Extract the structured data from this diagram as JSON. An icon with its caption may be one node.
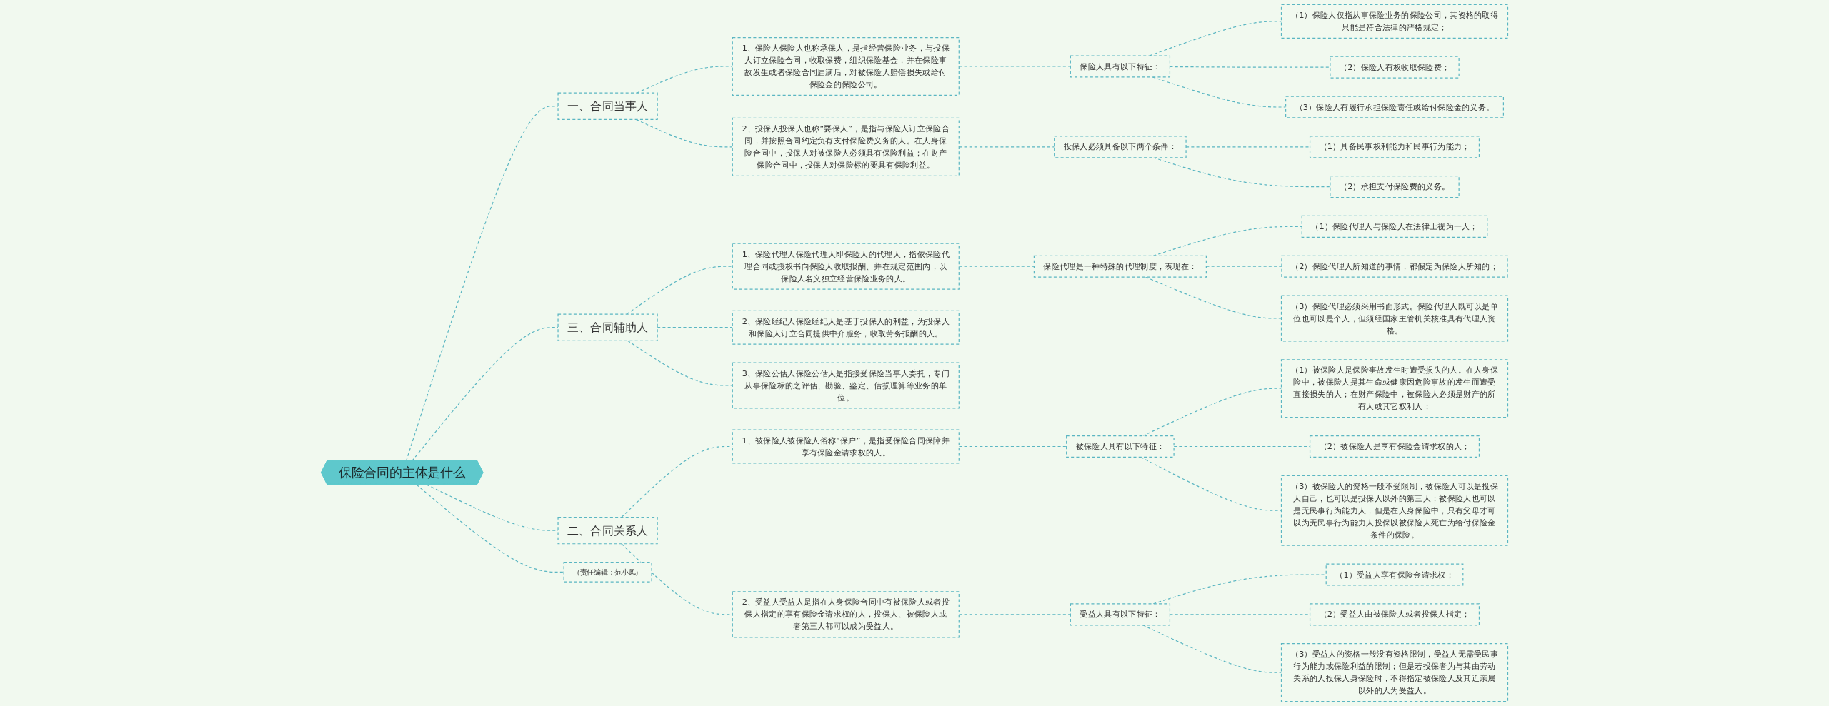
{
  "diagram": {
    "nodes": [
      {
        "text": [
          "保险合同的主体是什么"
        ]
      },
      {
        "text": [
          "一、合同当事人"
        ]
      },
      {
        "text": [
          "1、保险人保险人也称承保人，是指经营保险业务，与投保人订立保险合同，收取保费，组织保险基金，并在保险事故发生或者保险合同届满后，对被保险人赔偿损失或给付保险金的保险公司。"
        ]
      },
      {
        "text": [
          "保险人具有以下特征："
        ]
      },
      {
        "text": [
          "（1）保险人仅指从事保险业务的保险公司，其资格的取得只能是符合法律的严格规定；"
        ]
      },
      {
        "text": [
          "（2）保险人有权收取保险费；"
        ]
      },
      {
        "text": [
          "（3）保险人有履行承担保险责任或给付保险金的义务。"
        ]
      },
      {
        "text": [
          "2、投保人投保人也称“要保人”，是指与保险人订立保险合同，并按照合同约定负有支付保险费义务的人。在人身保险合同中，投保人对被保险人必须具有保险利益；在财产保险合同中，投保人对保险标的要具有保险利益。"
        ]
      },
      {
        "text": [
          "投保人必须具备以下两个条件："
        ]
      },
      {
        "text": [
          "（1）具备民事权利能力和民事行为能力；"
        ]
      },
      {
        "text": [
          "（2）承担支付保险费的义务。"
        ]
      },
      {
        "text": [
          "三、合同辅助人"
        ]
      },
      {
        "text": [
          "1、保险代理人保险代理人即保险人的代理人，指依保险代理合同或授权书向保险人收取报酬、并在规定范围内，以保险人名义独立经营保险业务的人。"
        ]
      },
      {
        "text": [
          "保险代理是一种特殊的代理制度，表现在："
        ]
      },
      {
        "text": [
          "（1）保险代理人与保险人在法律上视为一人；"
        ]
      },
      {
        "text": [
          "（2）保险代理人所知道的事情，都假定为保险人所知的；"
        ]
      },
      {
        "text": [
          "（3）保险代理必须采用书面形式。保险代理人既可以是单位也可以是个人，但须经国家主管机关核准具有代理人资格。"
        ]
      },
      {
        "text": [
          "2、保险经纪人保险经纪人是基于投保人的利益，为投保人和保险人订立合同提供中介服务，收取劳务报酬的人。"
        ]
      },
      {
        "text": [
          "3、保险公估人保险公估人是指接受保险当事人委托，专门从事保险标的之评估、勘验、鉴定、估损理算等业务的单位。"
        ]
      },
      {
        "text": [
          "二、合同关系人"
        ]
      },
      {
        "text": [
          "1、被保险人被保险人俗称“保户”，是指受保险合同保障并享有保险金请求权的人。"
        ]
      },
      {
        "text": [
          "被保险人具有以下特征："
        ]
      },
      {
        "text": [
          "（1）被保险人是保险事故发生时遭受损失的人。在人身保险中，被保险人是其生命或健康因危险事故的发生而遭受直接损失的人；在财产保险中，被保险人必须是财产的所有人或其它权利人；"
        ]
      },
      {
        "text": [
          "（2）被保险人是享有保险金请求权的人；"
        ]
      },
      {
        "text": [
          "（3）被保险人的资格一般不受限制，被保险人可以是投保人自己，也可以是投保人以外的第三人；被保险人也可以是无民事行为能力人，但是在人身保险中，只有父母才可以为无民事行为能力人投保以被保险人死亡为给付保险金条件的保险。"
        ]
      },
      {
        "text": [
          "2、受益人受益人是指在人身保险合同中有被保险人或者投保人指定的享有保险金请求权的人，投保人、被保险人或者第三人都可以成为受益人。"
        ]
      },
      {
        "text": [
          "受益人具有以下特征："
        ]
      },
      {
        "text": [
          "（1）受益人享有保险金请求权；"
        ]
      },
      {
        "text": [
          "（2）受益人由被保险人或者投保人指定；"
        ]
      },
      {
        "text": [
          "（3）受益人的资格一般没有资格限制，受益人无需受民事行为能力或保险利益的限制；但是若投保者为与其由劳动关系的人投保人身保险时，不得指定被保险人及其近亲属以外的人为受益人。"
        ]
      },
      {
        "text": [
          "（责任编辑：范小凤）"
        ]
      }
    ],
    "edges": [
      {
        "from": 0,
        "to": 1,
        "arrow": "none",
        "style": "dashed"
      },
      {
        "from": 1,
        "to": 2,
        "arrow": "none",
        "style": "dashed"
      },
      {
        "from": 2,
        "to": 3,
        "arrow": "none",
        "style": "dashed"
      },
      {
        "from": 3,
        "to": 4,
        "arrow": "none",
        "style": "dashed"
      },
      {
        "from": 3,
        "to": 5,
        "arrow": "none",
        "style": "dashed"
      },
      {
        "from": 3,
        "to": 6,
        "arrow": "none",
        "style": "dashed"
      },
      {
        "from": 1,
        "to": 7,
        "arrow": "none",
        "style": "dashed"
      },
      {
        "from": 7,
        "to": 8,
        "arrow": "none",
        "style": "dashed"
      },
      {
        "from": 8,
        "to": 9,
        "arrow": "none",
        "style": "dashed"
      },
      {
        "from": 8,
        "to": 10,
        "arrow": "none",
        "style": "dashed"
      },
      {
        "from": 0,
        "to": 11,
        "arrow": "none",
        "style": "dashed"
      },
      {
        "from": 11,
        "to": 12,
        "arrow": "none",
        "style": "dashed"
      },
      {
        "from": 12,
        "to": 13,
        "arrow": "none",
        "style": "dashed"
      },
      {
        "from": 13,
        "to": 14,
        "arrow": "none",
        "style": "dashed"
      },
      {
        "from": 13,
        "to": 15,
        "arrow": "none",
        "style": "dashed"
      },
      {
        "from": 13,
        "to": 16,
        "arrow": "none",
        "style": "dashed"
      },
      {
        "from": 11,
        "to": 17,
        "arrow": "none",
        "style": "dashed"
      },
      {
        "from": 11,
        "to": 18,
        "arrow": "none",
        "style": "dashed"
      },
      {
        "from": 0,
        "to": 19,
        "arrow": "none",
        "style": "dashed"
      },
      {
        "from": 19,
        "to": 20,
        "arrow": "none",
        "style": "dashed"
      },
      {
        "from": 20,
        "to": 21,
        "arrow": "none",
        "style": "dashed"
      },
      {
        "from": 21,
        "to": 22,
        "arrow": "none",
        "style": "dashed"
      },
      {
        "from": 21,
        "to": 23,
        "arrow": "none",
        "style": "dashed"
      },
      {
        "from": 21,
        "to": 24,
        "arrow": "none",
        "style": "dashed"
      },
      {
        "from": 19,
        "to": 25,
        "arrow": "none",
        "style": "dashed"
      },
      {
        "from": 25,
        "to": 26,
        "arrow": "none",
        "style": "dashed"
      },
      {
        "from": 26,
        "to": 27,
        "arrow": "none",
        "style": "dashed"
      },
      {
        "from": 26,
        "to": 28,
        "arrow": "none",
        "style": "dashed"
      },
      {
        "from": 26,
        "to": 29,
        "arrow": "none",
        "style": "dashed"
      },
      {
        "from": 0,
        "to": 30,
        "arrow": "none",
        "style": "dashed"
      }
    ]
  }
}
